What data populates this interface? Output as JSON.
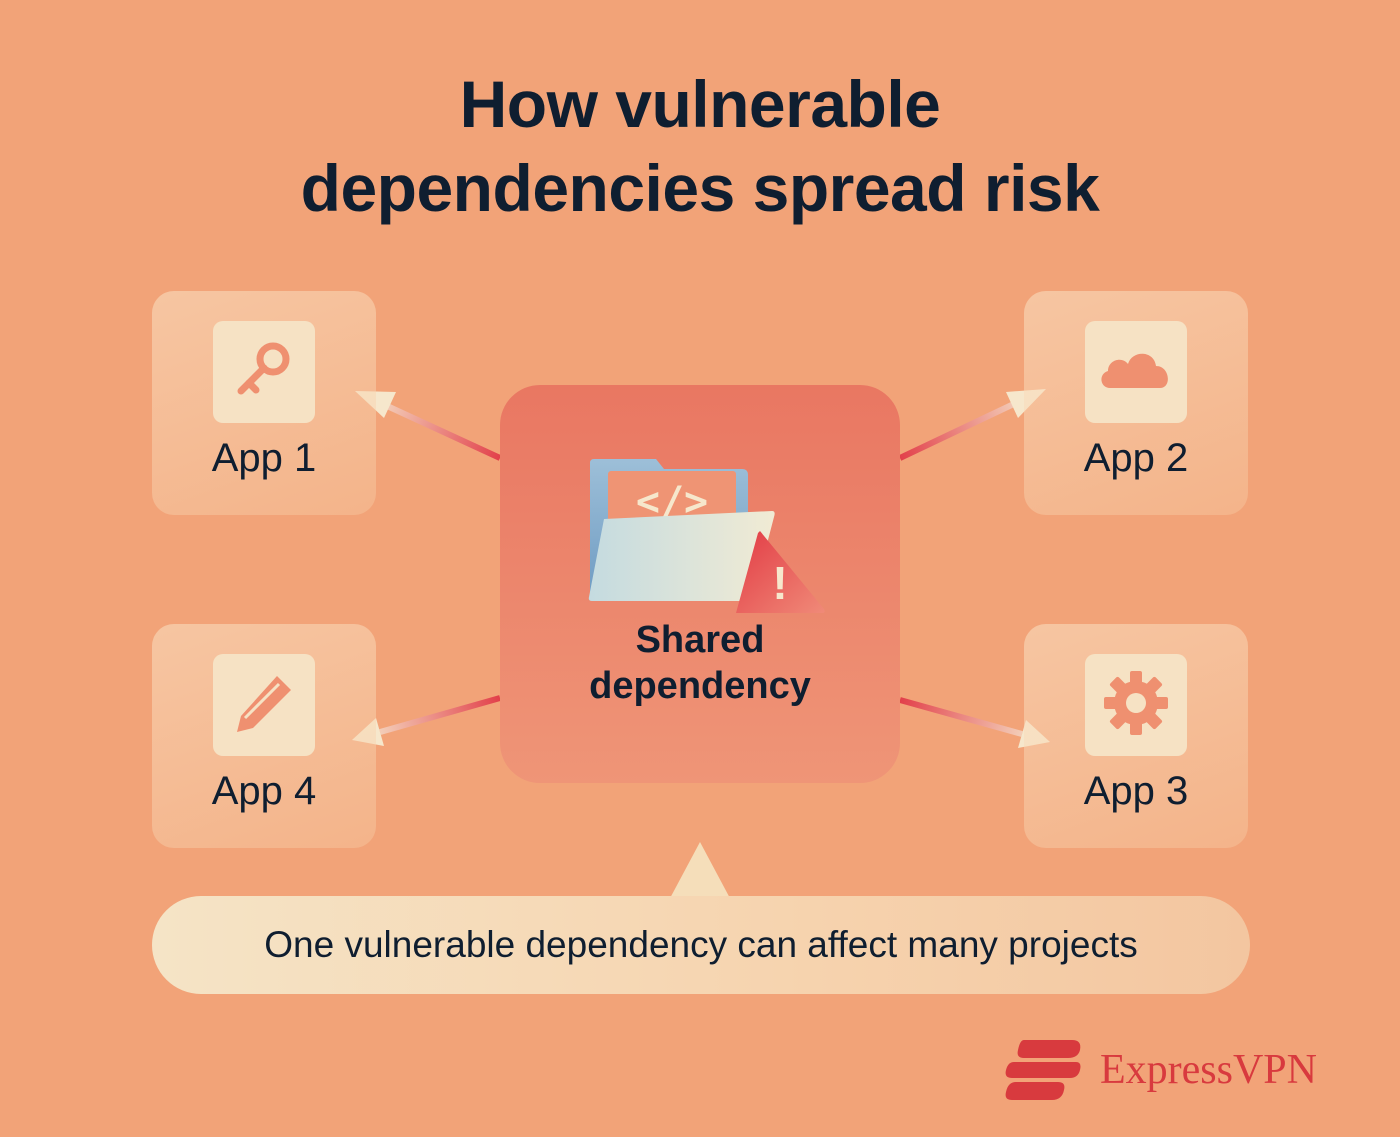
{
  "title": {
    "line1": "How vulnerable",
    "line2": "dependencies spread risk"
  },
  "center": {
    "label_line1": "Shared",
    "label_line2": "dependency",
    "icon": "code-folder-warning-icon",
    "code_glyph": "</>",
    "warning_glyph": "!"
  },
  "apps": [
    {
      "label": "App 1",
      "icon": "key-icon"
    },
    {
      "label": "App 2",
      "icon": "cloud-icon"
    },
    {
      "label": "App 3",
      "icon": "gear-icon"
    },
    {
      "label": "App 4",
      "icon": "pencil-icon"
    }
  ],
  "callout": {
    "text": "One vulnerable dependency can affect many projects"
  },
  "brand": {
    "name": "ExpressVPN",
    "logo_icon": "expressvpn-logo-icon"
  },
  "colors": {
    "background": "#f2a378",
    "title_text": "#0f1e30",
    "center_card": "#e97762",
    "arrow_start": "#e2404a",
    "arrow_end": "#f6e7cc",
    "icon_tile": "#f6e2c4",
    "icon_glyph": "#ef9070",
    "brand_red": "#d83a3e"
  }
}
